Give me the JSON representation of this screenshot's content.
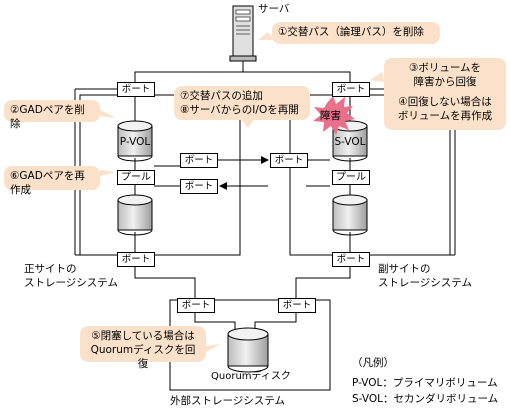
{
  "server_label": "サーバ",
  "ports": {
    "server_left": "ポート",
    "server_right": "ポート",
    "primary_mid_top": "ポート",
    "primary_mid_bottom": "ポート",
    "secondary_mid_top": "ポート",
    "primary_bottom": "ポート",
    "secondary_bottom": "ポート",
    "external_left": "ポート",
    "external_right": "ポート"
  },
  "pool_labels": {
    "primary": "プール",
    "secondary": "プール"
  },
  "volumes": {
    "pvol": "P-VOL",
    "svol": "S-VOL",
    "quorum": "Quorumディスク"
  },
  "failure_label": "障害",
  "callouts": {
    "c1": "①交替パス（論理パス）を削除",
    "c2": "②GADペアを削除",
    "c3_line1": "③ボリュームを",
    "c3_line2": "障害から回復",
    "c4_line1": "④回復しない場合は",
    "c4_line2": "ボリュームを再作成",
    "c5_line1": "⑤閉塞している場合は",
    "c5_line2": "Quorumディスクを回復",
    "c6": "⑥GADペアを再作成",
    "c7_line1": "⑦交替パスの追加",
    "c7_line2": "⑧サーバからのI/Oを再開"
  },
  "site_labels": {
    "primary_line1": "正サイトの",
    "primary_line2": "ストレージシステム",
    "secondary_line1": "副サイトの",
    "secondary_line2": "ストレージシステム",
    "external": "外部ストレージシステム"
  },
  "legend": {
    "title": "（凡例）",
    "pvol": "P-VOL：プライマリボリューム",
    "svol": "S-VOL：セカンダリボリューム"
  },
  "colors": {
    "callout": "#fbe1c9",
    "failure_burst": "#e8708a",
    "disk_fill": "#d8d8d8"
  }
}
